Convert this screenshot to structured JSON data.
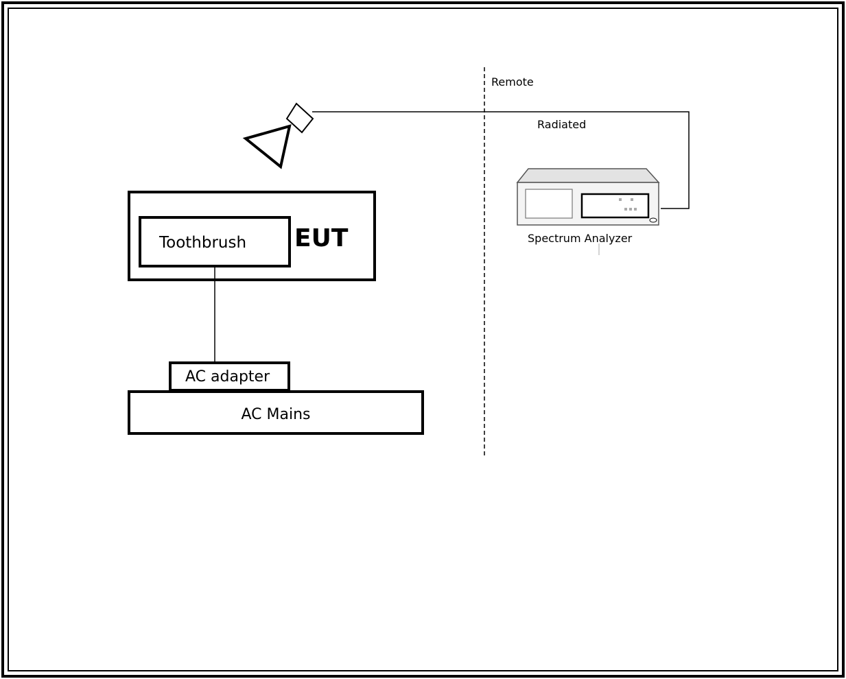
{
  "labels": {
    "remote": "Remote",
    "radiated": "Radiated",
    "spectrum_analyzer": "Spectrum Analyzer",
    "toothbrush": "Toothbrush",
    "eut": "EUT",
    "ac_adapter": "AC adapter",
    "ac_mains": "AC Mains"
  }
}
